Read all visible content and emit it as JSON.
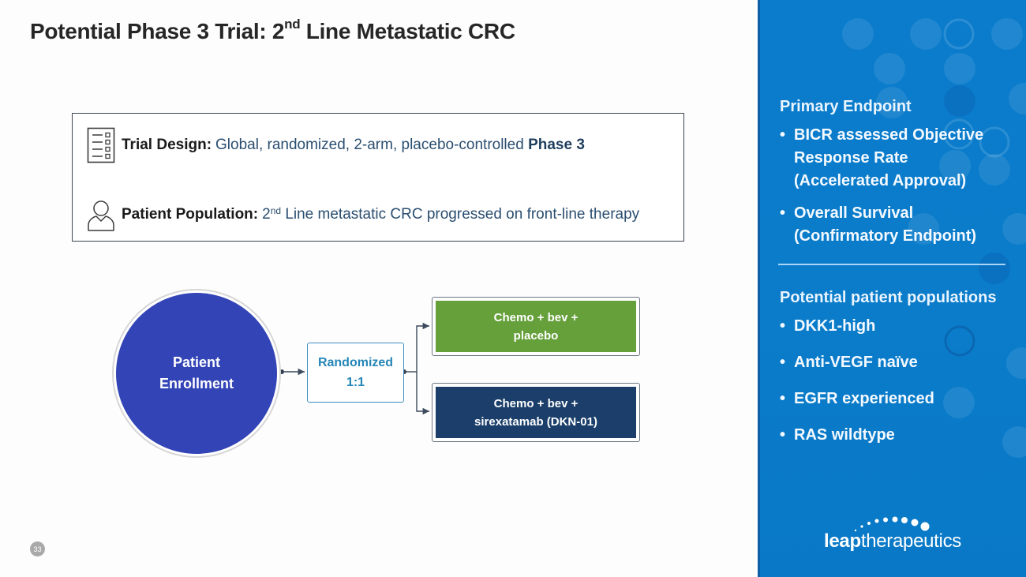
{
  "slide": {
    "title_pre": "Potential Phase 3 Trial: 2",
    "title_sup": "nd",
    "title_post": " Line Metastatic CRC",
    "page_number": "33"
  },
  "info": {
    "trial_design": {
      "icon": "checklist-icon",
      "label": "Trial Design:",
      "value": "Global, randomized, 2-arm, placebo-controlled",
      "value_bold": "Phase 3"
    },
    "patient_population": {
      "icon": "person-icon",
      "label": "Patient Population:",
      "value_pre": "2",
      "value_sup": "nd",
      "value_post": " Line metastatic CRC progressed on front-line therapy"
    }
  },
  "diagram": {
    "enrollment": {
      "line1": "Patient",
      "line2": "Enrollment",
      "color": "#3344b6"
    },
    "randomization": {
      "line1": "Randomized",
      "line2": "1:1",
      "color": "#2586b8"
    },
    "arms": [
      {
        "line1": "Chemo + bev +",
        "line2": "placebo",
        "color": "#66a03b"
      },
      {
        "line1": "Chemo + bev +",
        "line2": "sirexatamab (DKN-01)",
        "color": "#1b3f6a"
      }
    ]
  },
  "panel": {
    "primary_endpoint": {
      "heading": "Primary Endpoint",
      "bullets": [
        "BICR assessed Objective\nResponse Rate\n(Accelerated Approval)",
        "Overall Survival\n(Confirmatory Endpoint)"
      ]
    },
    "populations": {
      "heading": "Potential patient populations",
      "bullets": [
        "DKK1-high",
        "Anti-VEGF naïve",
        "EGFR experienced",
        "RAS wildtype"
      ]
    },
    "logo": {
      "bold": "leap",
      "light": "therapeutics"
    },
    "color": "#0b7ccc"
  }
}
